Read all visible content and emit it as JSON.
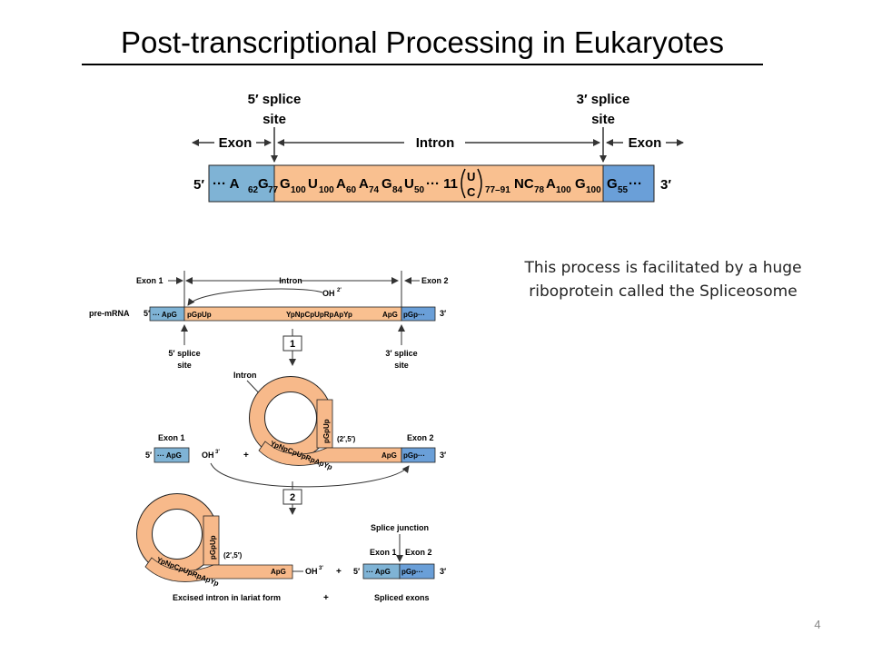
{
  "title": "Post-transcriptional Processing in Eukaryotes",
  "side_text": "This process is facilitated by a huge riboprotein called the Spliceosome",
  "page_number": "4",
  "colors": {
    "exon5": "#7fb3d5",
    "exon3": "#6a9fd8",
    "intron": "#f9c090",
    "lariat": "#f7b98a"
  },
  "top": {
    "splice5_line1": "5′ splice",
    "splice5_line2": "site",
    "splice3_line1": "3′ splice",
    "splice3_line2": "site",
    "exon_left": "Exon",
    "intron": "Intron",
    "exon_right": "Exon",
    "end5": "5′",
    "end3": "3′",
    "seq_exon5": "··· A62 G77",
    "seq_intron": "G100 U100 A60 A74 G84 U50··· 11 (U/C) 77–91 NC78 A100 G100",
    "seq_exon3": "G55···"
  },
  "bottom": {
    "exon1": "Exon 1",
    "intron": "Intron",
    "exon2": "Exon 2",
    "oh2": "OH",
    "oh2_sup": "2′",
    "pre_mrna": "pre-mRNA",
    "end5": "5′",
    "end3": "3′",
    "apg": "··· ApG",
    "pgpup": "pGpUp",
    "branch": "YpNpCpUpRpApYp",
    "apg_intron": "ApG",
    "pgp": "pGp···",
    "splice5_line1": "5′ splice",
    "splice5_line2": "site",
    "splice3_line1": "3′ splice",
    "splice3_line2": "site",
    "step1": "1",
    "step2": "2",
    "lariat_intron": "Intron",
    "lariat_pgpup": "pGpUp",
    "linkage": "(2′,5′)",
    "lariat_branch": "YpNpCpUpRpApYp",
    "oh3": "OH",
    "oh3_sup": "3′",
    "plus": "+",
    "splice_junction": "Splice junction",
    "excised": "Excised intron in lariat form",
    "spliced": "Spliced exons"
  }
}
